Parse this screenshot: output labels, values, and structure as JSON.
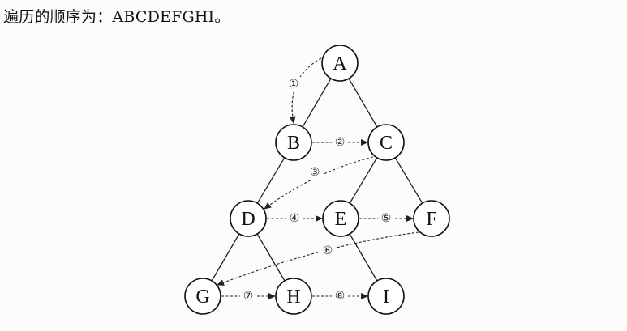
{
  "caption": {
    "prefix": "遍历的顺序为：",
    "sequence": "ABCDEFGHI。"
  },
  "tree": {
    "nodes": [
      {
        "id": "A",
        "label": "A"
      },
      {
        "id": "B",
        "label": "B"
      },
      {
        "id": "C",
        "label": "C"
      },
      {
        "id": "D",
        "label": "D"
      },
      {
        "id": "E",
        "label": "E"
      },
      {
        "id": "F",
        "label": "F"
      },
      {
        "id": "G",
        "label": "G"
      },
      {
        "id": "H",
        "label": "H"
      },
      {
        "id": "I",
        "label": "I"
      }
    ],
    "edges": [
      [
        "A",
        "B"
      ],
      [
        "A",
        "C"
      ],
      [
        "B",
        "D"
      ],
      [
        "C",
        "E"
      ],
      [
        "C",
        "F"
      ],
      [
        "D",
        "G"
      ],
      [
        "D",
        "H"
      ],
      [
        "E",
        "I"
      ]
    ],
    "traversal_steps": [
      {
        "label": "①",
        "from": "A",
        "to": "B"
      },
      {
        "label": "②",
        "from": "B",
        "to": "C"
      },
      {
        "label": "③",
        "from": "C",
        "to": "D"
      },
      {
        "label": "④",
        "from": "D",
        "to": "E"
      },
      {
        "label": "⑤",
        "from": "E",
        "to": "F"
      },
      {
        "label": "⑥",
        "from": "F",
        "to": "G"
      },
      {
        "label": "⑦",
        "from": "G",
        "to": "H"
      },
      {
        "label": "⑧",
        "from": "H",
        "to": "I"
      }
    ]
  }
}
